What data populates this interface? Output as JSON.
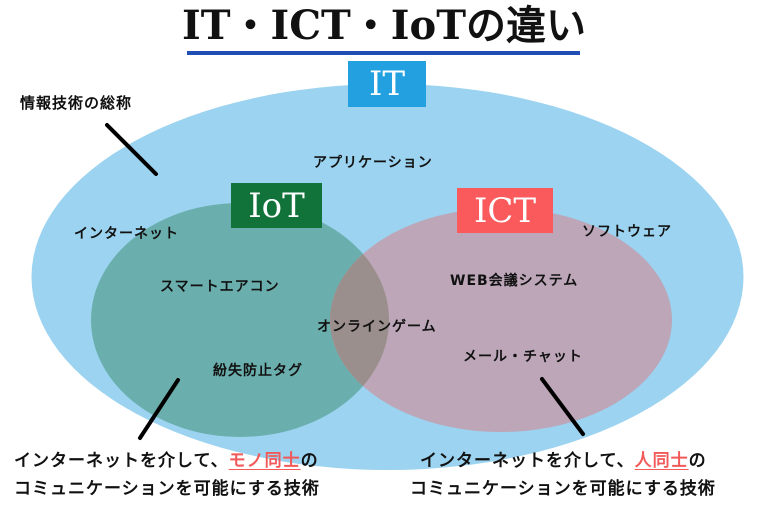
{
  "title": "IT・ICT・IoTの違い",
  "colors": {
    "title_underline": "#1f4fb4",
    "it_ellipse": "#9bd3f0",
    "iot_circle": "#6aafad",
    "ict_circle": "#bca6b8",
    "overlap": "#9a8f8c",
    "it_badge": "#22a0e0",
    "iot_badge": "#11733a",
    "ict_badge": "#fa5a5c",
    "highlight": "#f25a5a"
  },
  "sets": {
    "it": {
      "badge": "IT",
      "description": "情報技術の総称"
    },
    "iot": {
      "badge": "IoT"
    },
    "ict": {
      "badge": "ICT"
    }
  },
  "items": {
    "it_only": [
      "アプリケーション",
      "インターネット",
      "ソフトウェア"
    ],
    "iot_only": [
      "スマートエアコン",
      "紛失防止タグ"
    ],
    "ict_only": [
      "WEB会議システム",
      "メール・チャット"
    ],
    "overlap": [
      "オンラインゲーム"
    ]
  },
  "captions": {
    "iot": {
      "line1_prefix": "インターネットを介して、",
      "line1_highlight": "モノ同士",
      "line1_suffix": "の",
      "line2": "コミュニケーションを可能にする技術"
    },
    "ict": {
      "line1_prefix": "インターネットを介して、",
      "line1_highlight": "人同士",
      "line1_suffix": "の",
      "line2": "コミュニケーションを可能にする技術"
    }
  }
}
